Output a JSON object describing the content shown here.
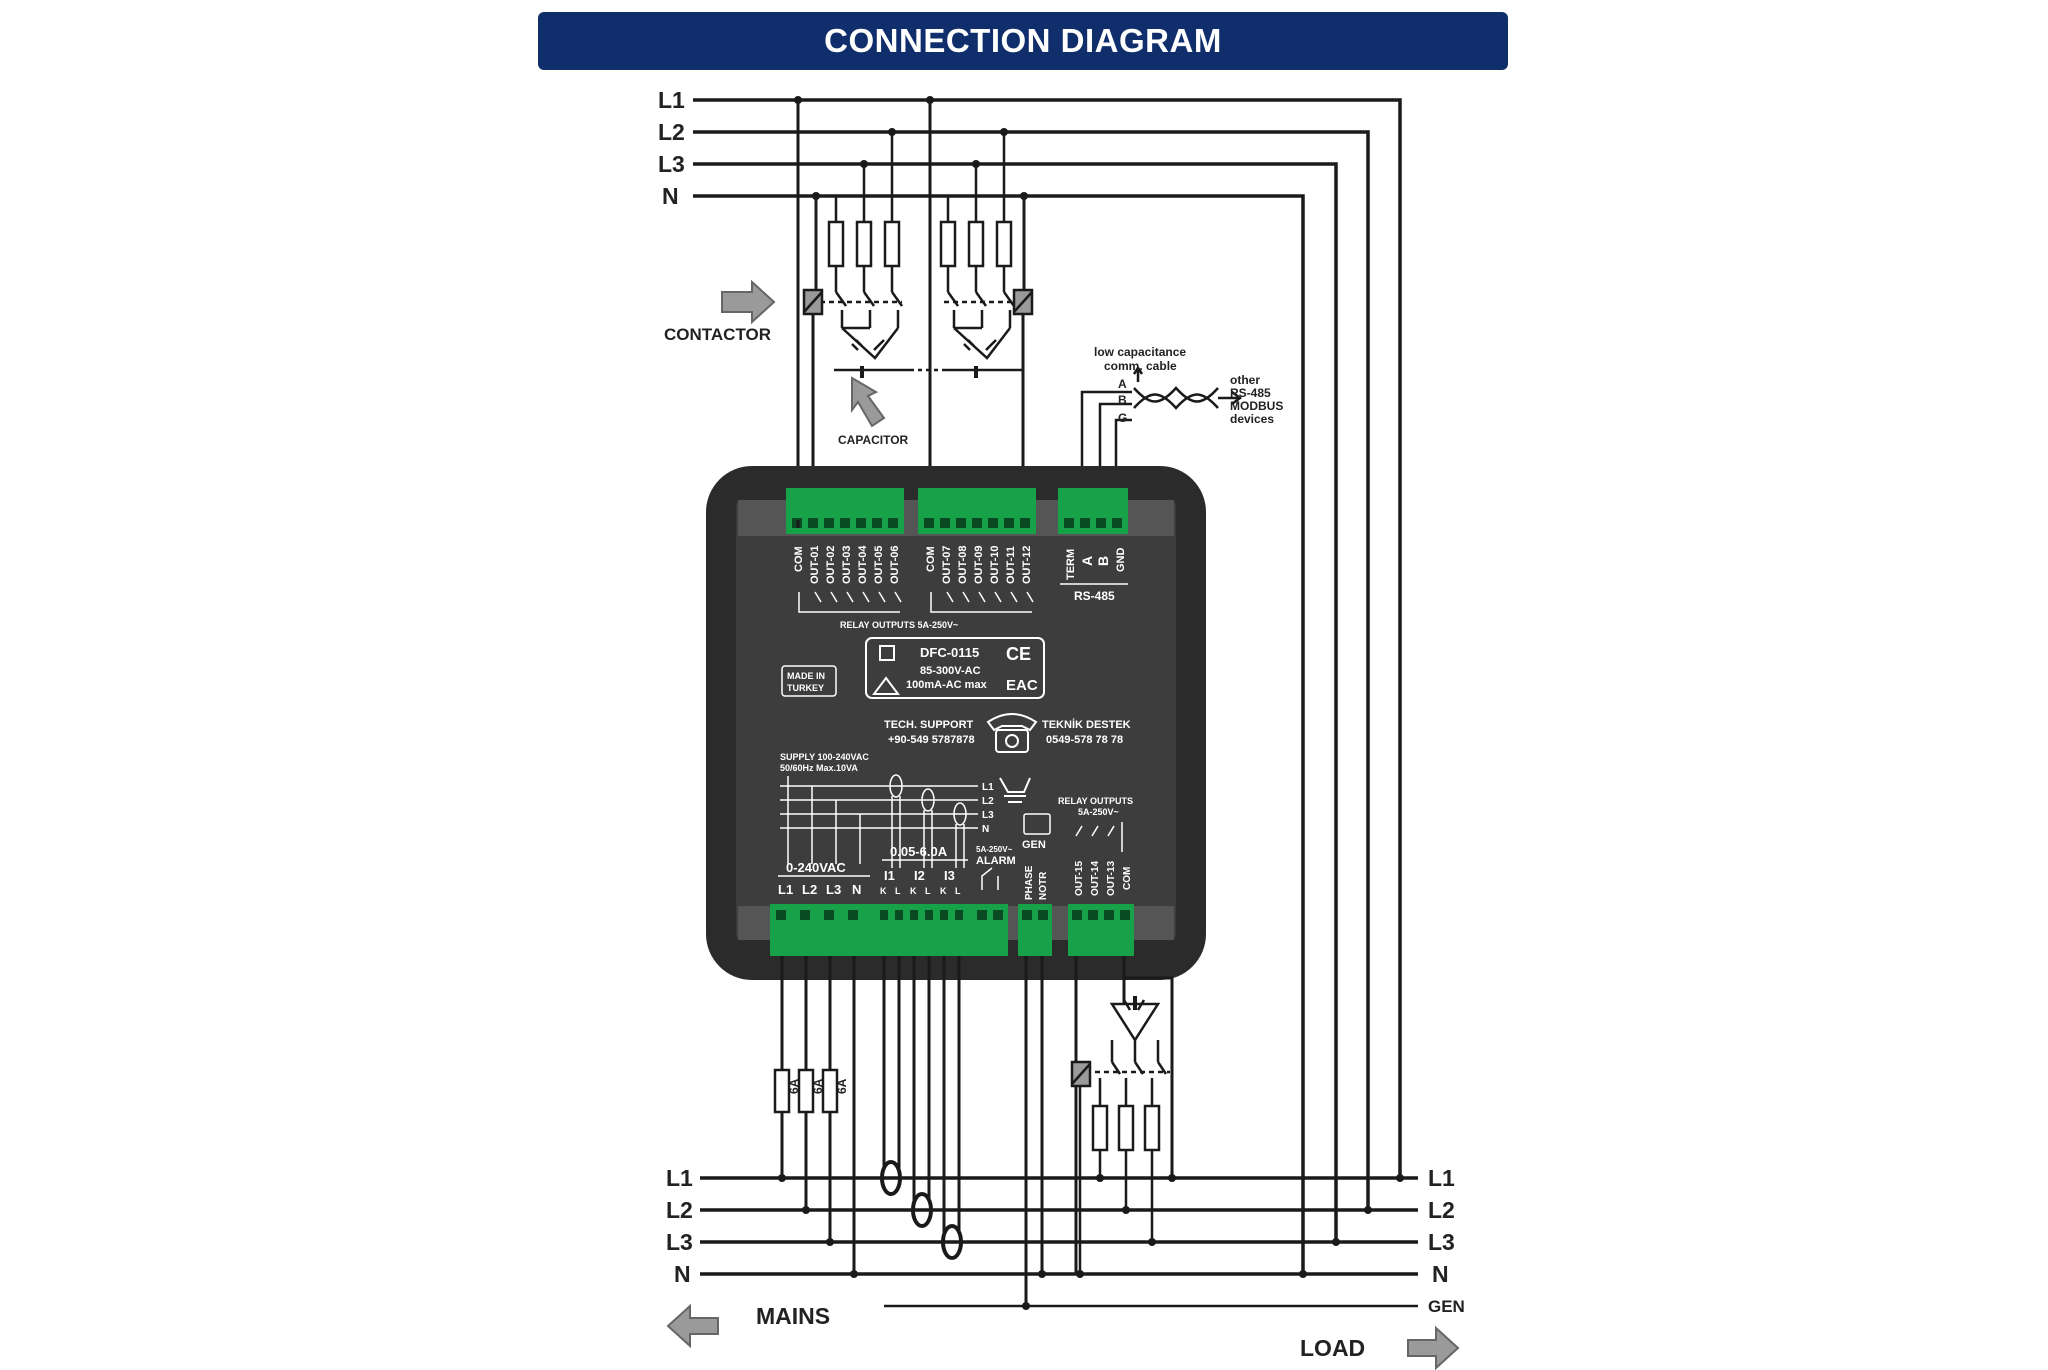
{
  "title": "CONNECTION DIAGRAM",
  "top_lines": [
    "L1",
    "L2",
    "L3",
    "N"
  ],
  "bottom_left_lines": [
    "L1",
    "L2",
    "L3",
    "N"
  ],
  "bottom_right_lines": [
    "L1",
    "L2",
    "L3",
    "N",
    "GEN"
  ],
  "labels": {
    "contactor": "CONTACTOR",
    "capacitor": "CAPACITOR",
    "comm_cable": [
      "low capacitance",
      "comm. cable"
    ],
    "rs485_devices": [
      "other",
      "RS-485",
      "MODBUS",
      "devices"
    ],
    "abg": [
      "A",
      "B",
      "G"
    ],
    "mains": "MAINS",
    "load": "LOAD",
    "fuses": [
      "6A",
      "6A",
      "6A"
    ]
  },
  "device": {
    "relay_terminals_1": [
      "COM",
      "OUT-01",
      "OUT-02",
      "OUT-03",
      "OUT-04",
      "OUT-05",
      "OUT-06"
    ],
    "relay_terminals_2": [
      "COM",
      "OUT-07",
      "OUT-08",
      "OUT-09",
      "OUT-10",
      "OUT-11",
      "OUT-12"
    ],
    "rs485_terminals": [
      "TERM",
      "A",
      "B",
      "GND"
    ],
    "rs485_label": "RS-485",
    "relay_outputs_label": "RELAY OUTPUTS 5A-250V~",
    "model": "DFC-0115",
    "voltage": "85-300V-AC",
    "current": "100mA-AC max",
    "ce": "CE",
    "eac": "EAC",
    "made_in": [
      "MADE IN",
      "TURKEY"
    ],
    "tech_support": "TECH. SUPPORT",
    "tech_phone": "+90-549 5787878",
    "teknik_destek": "TEKNİK DESTEK",
    "teknik_phone": "0549-578 78 78",
    "supply": [
      "SUPPLY 100-240VAC",
      "50/60Hz Max.10VA"
    ],
    "phase_lines": [
      "L1",
      "L2",
      "L3",
      "N"
    ],
    "voltage_range": "0-240VAC",
    "voltage_terminals": [
      "L1",
      "L2",
      "L3",
      "N"
    ],
    "current_range": "0.05-6.0A",
    "current_inputs": [
      "I1",
      "I2",
      "I3"
    ],
    "kl": [
      "K",
      "L",
      "K",
      "L",
      "K",
      "L"
    ],
    "alarm_rating": "5A-250V~",
    "alarm": "ALARM",
    "gen": "GEN",
    "phase_notr": [
      "PHASE",
      "NOTR"
    ],
    "relay_outputs_2": [
      "RELAY OUTPUTS",
      "5A-250V~"
    ],
    "out_terminals_2": [
      "OUT-15",
      "OUT-14",
      "OUT-13",
      "COM"
    ]
  },
  "colors": {
    "banner": "#0f2e6b",
    "device_body": "#2b2b2b",
    "device_panel": "#3d3d3d",
    "terminal_green": "#17a24a",
    "wire": "#1a1a1a",
    "arrow_gray": "#9a9a9a"
  }
}
